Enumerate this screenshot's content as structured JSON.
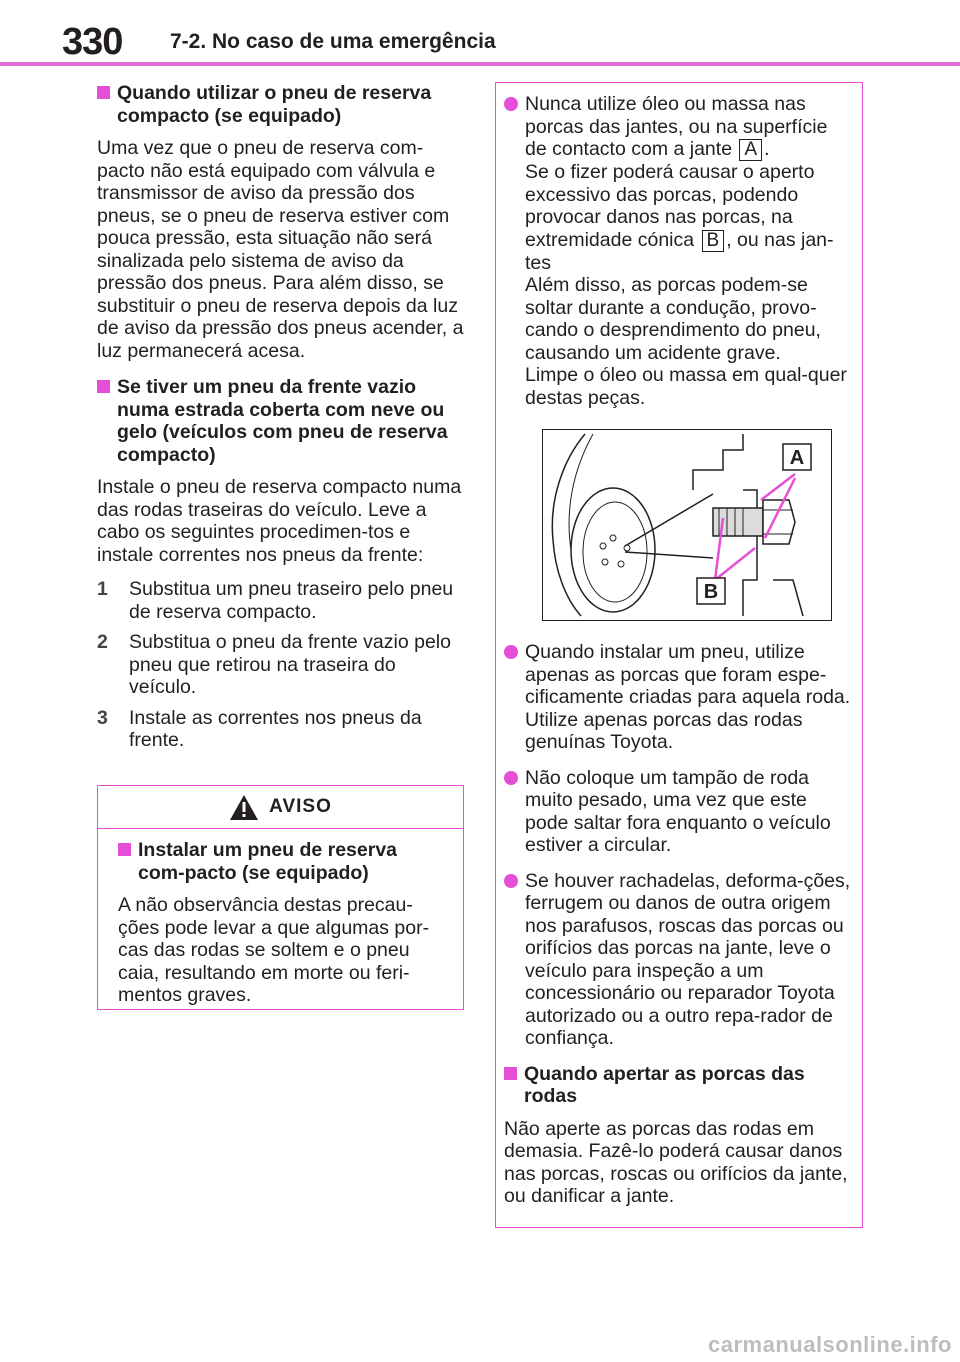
{
  "header": {
    "page_number": "330",
    "chapter": "7-2. No caso de uma emergência"
  },
  "left": {
    "s1_title": "Quando utilizar o pneu de reserva compacto (se equipado)",
    "s1_text": "Uma vez que o pneu de reserva com-pacto não está equipado com válvula e transmissor de aviso da pressão dos pneus, se o pneu de reserva estiver com pouca pressão, esta situação não será sinalizada pelo sistema de aviso da pressão dos pneus. Para além disso, se substituir o pneu de reserva depois da luz de aviso da pressão dos pneus acender, a luz permanecerá acesa.",
    "s2_title": "Se tiver um pneu da frente vazio numa estrada coberta com neve ou gelo (veículos com pneu de reserva compacto)",
    "s2_text": "Instale o pneu de reserva compacto numa das rodas traseiras do veículo. Leve a cabo os seguintes procedimen-tos e instale correntes nos pneus da frente:",
    "steps": [
      {
        "n": "1",
        "text": "Substitua um pneu traseiro pelo pneu de reserva compacto."
      },
      {
        "n": "2",
        "text": "Substitua o pneu da frente vazio pelo pneu que retirou na traseira do veículo."
      },
      {
        "n": "3",
        "text": "Instale as correntes nos pneus da frente."
      }
    ]
  },
  "warning": {
    "label": "AVISO",
    "title": "Instalar um pneu de reserva com-pacto (se equipado)",
    "text": "A não observância destas precau-ções pode levar a que algumas por-cas das rodas se soltem e o pneu caia, resultando em morte ou feri-mentos graves."
  },
  "right": {
    "b1_part1": "Nunca utilize óleo ou massa nas porcas das jantes, ou na superfície de contacto com a jante",
    "label_a": "A",
    "b1_part2": ".",
    "b1_part3": "Se o fizer poderá causar o aperto excessivo das porcas, podendo provocar danos nas porcas, na extremidade cónica",
    "label_b": "B",
    "b1_part4": ", ou nas jan-tes",
    "b1_part5": "Além disso, as porcas podem-se soltar durante a condução, provo-cando o desprendimento do pneu, causando um acidente grave.",
    "b1_part6": "Limpe o óleo ou massa em qual-quer destas peças.",
    "b2": "Quando instalar um pneu, utilize apenas as porcas que foram espe-cificamente criadas para aquela roda. Utilize apenas porcas das rodas genuínas Toyota.",
    "b3": "Não coloque um tampão de roda muito pesado, uma vez que este pode saltar fora enquanto o veículo estiver a circular.",
    "b4": "Se houver rachadelas, deforma-ções, ferrugem ou danos de outra origem nos parafusos, roscas das porcas ou orifícios das porcas na jante, leve o veículo para inspeção a um concessionário ou reparador Toyota autorizado ou a outro repa-rador de confiança.",
    "s3_title": "Quando apertar as porcas das rodas",
    "s3_text": "Não aperte as porcas das rodas em demasia. Fazê-lo poderá causar danos nas porcas, roscas ou orifícios da jante, ou danificar a jante."
  },
  "watermark": "carmanualsonline.info",
  "colors": {
    "accent": "#e44fd6",
    "text": "#231f20"
  }
}
